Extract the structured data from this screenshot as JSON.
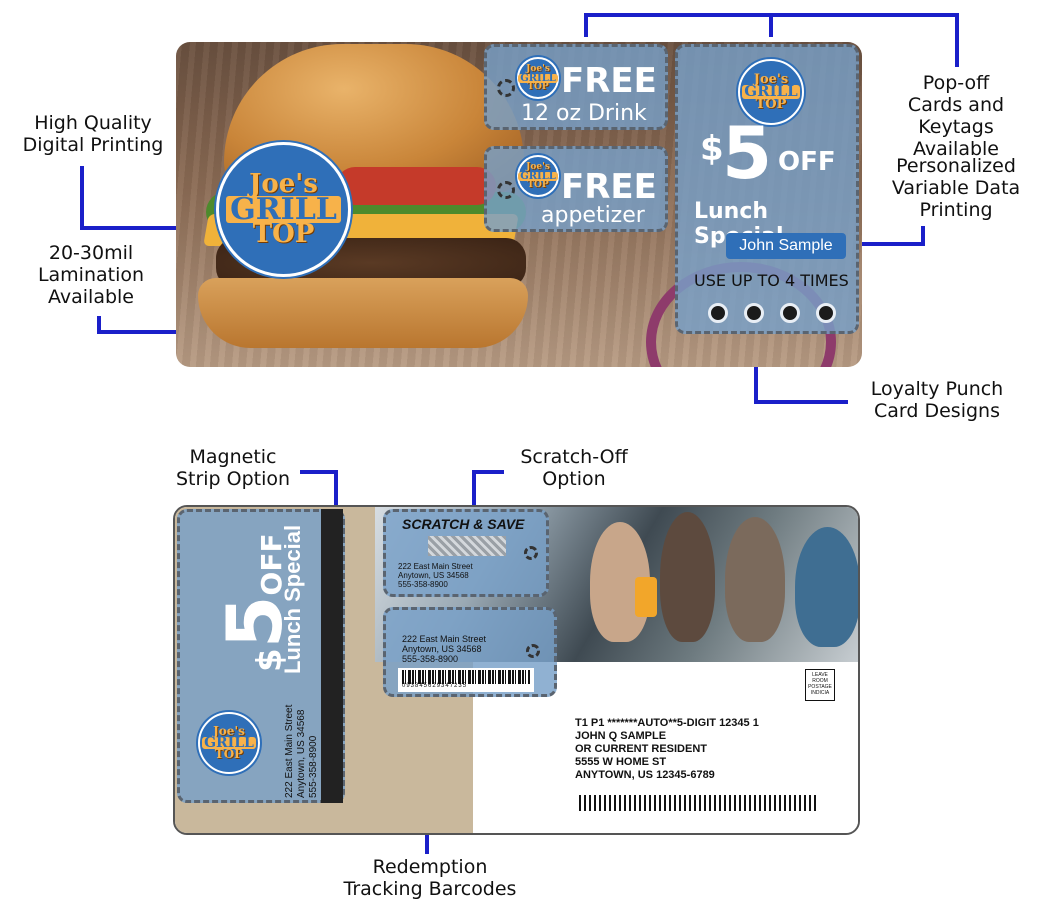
{
  "callouts": {
    "high_quality": [
      "High Quality",
      "Digital Printing"
    ],
    "lamination": [
      "20-30mil",
      "Lamination",
      "Available"
    ],
    "popoff": [
      "Pop-off",
      "Cards and Keytags",
      "Available"
    ],
    "personalized": [
      "Personalized",
      "Variable Data",
      "Printing"
    ],
    "loyalty": [
      "Loyalty Punch",
      "Card Designs"
    ],
    "magnetic": [
      "Magnetic",
      "Strip Option"
    ],
    "scratch": [
      "Scratch-Off",
      "Option"
    ],
    "redemption": [
      "Redemption",
      "Tracking Barcodes"
    ]
  },
  "logo": {
    "line1": "Joe's",
    "line2": "GRILL",
    "line3": "TOP"
  },
  "top_card": {
    "coupon1": {
      "free": "FREE",
      "sub": "12 oz Drink"
    },
    "coupon2": {
      "free": "FREE",
      "sub": "appetizer"
    },
    "main": {
      "dollar": "$",
      "amount": "5",
      "off": "OFF",
      "special": "Lunch Special",
      "name": "John Sample",
      "punch_text": "USE UP TO 4 TIMES"
    }
  },
  "bottom_card": {
    "left": {
      "dollar": "$",
      "amount": "5",
      "off": "OFF",
      "special": "Lunch Special",
      "address": [
        "222 East Main Street",
        "Anytown, US 34568",
        "555-358-8900"
      ]
    },
    "scratch": {
      "title": "SCRATCH & SAVE",
      "address": [
        "222 East Main Street",
        "Anytown, US 34568",
        "555-358-8900"
      ]
    },
    "barcode_coupon": {
      "address": [
        "222 East Main Street",
        "Anytown, US 34568",
        "555-358-8900"
      ],
      "barcode_number": "093845629347235"
    },
    "postage": [
      "LEAVE",
      "ROOM",
      "POSTAGE",
      "INDICIA"
    ],
    "mail": [
      "T1 P1 *******AUTO**5-DIGIT 12345 1",
      "JOHN Q SAMPLE",
      "OR CURRENT RESIDENT",
      "5555 W HOME ST",
      "ANYTOWN, US  12345-6789"
    ]
  },
  "colors": {
    "leader": "#1a1fc9",
    "coupon": "#78a0c8",
    "logo_blue": "#2f6fb8",
    "logo_gold": "#f7b24a"
  }
}
